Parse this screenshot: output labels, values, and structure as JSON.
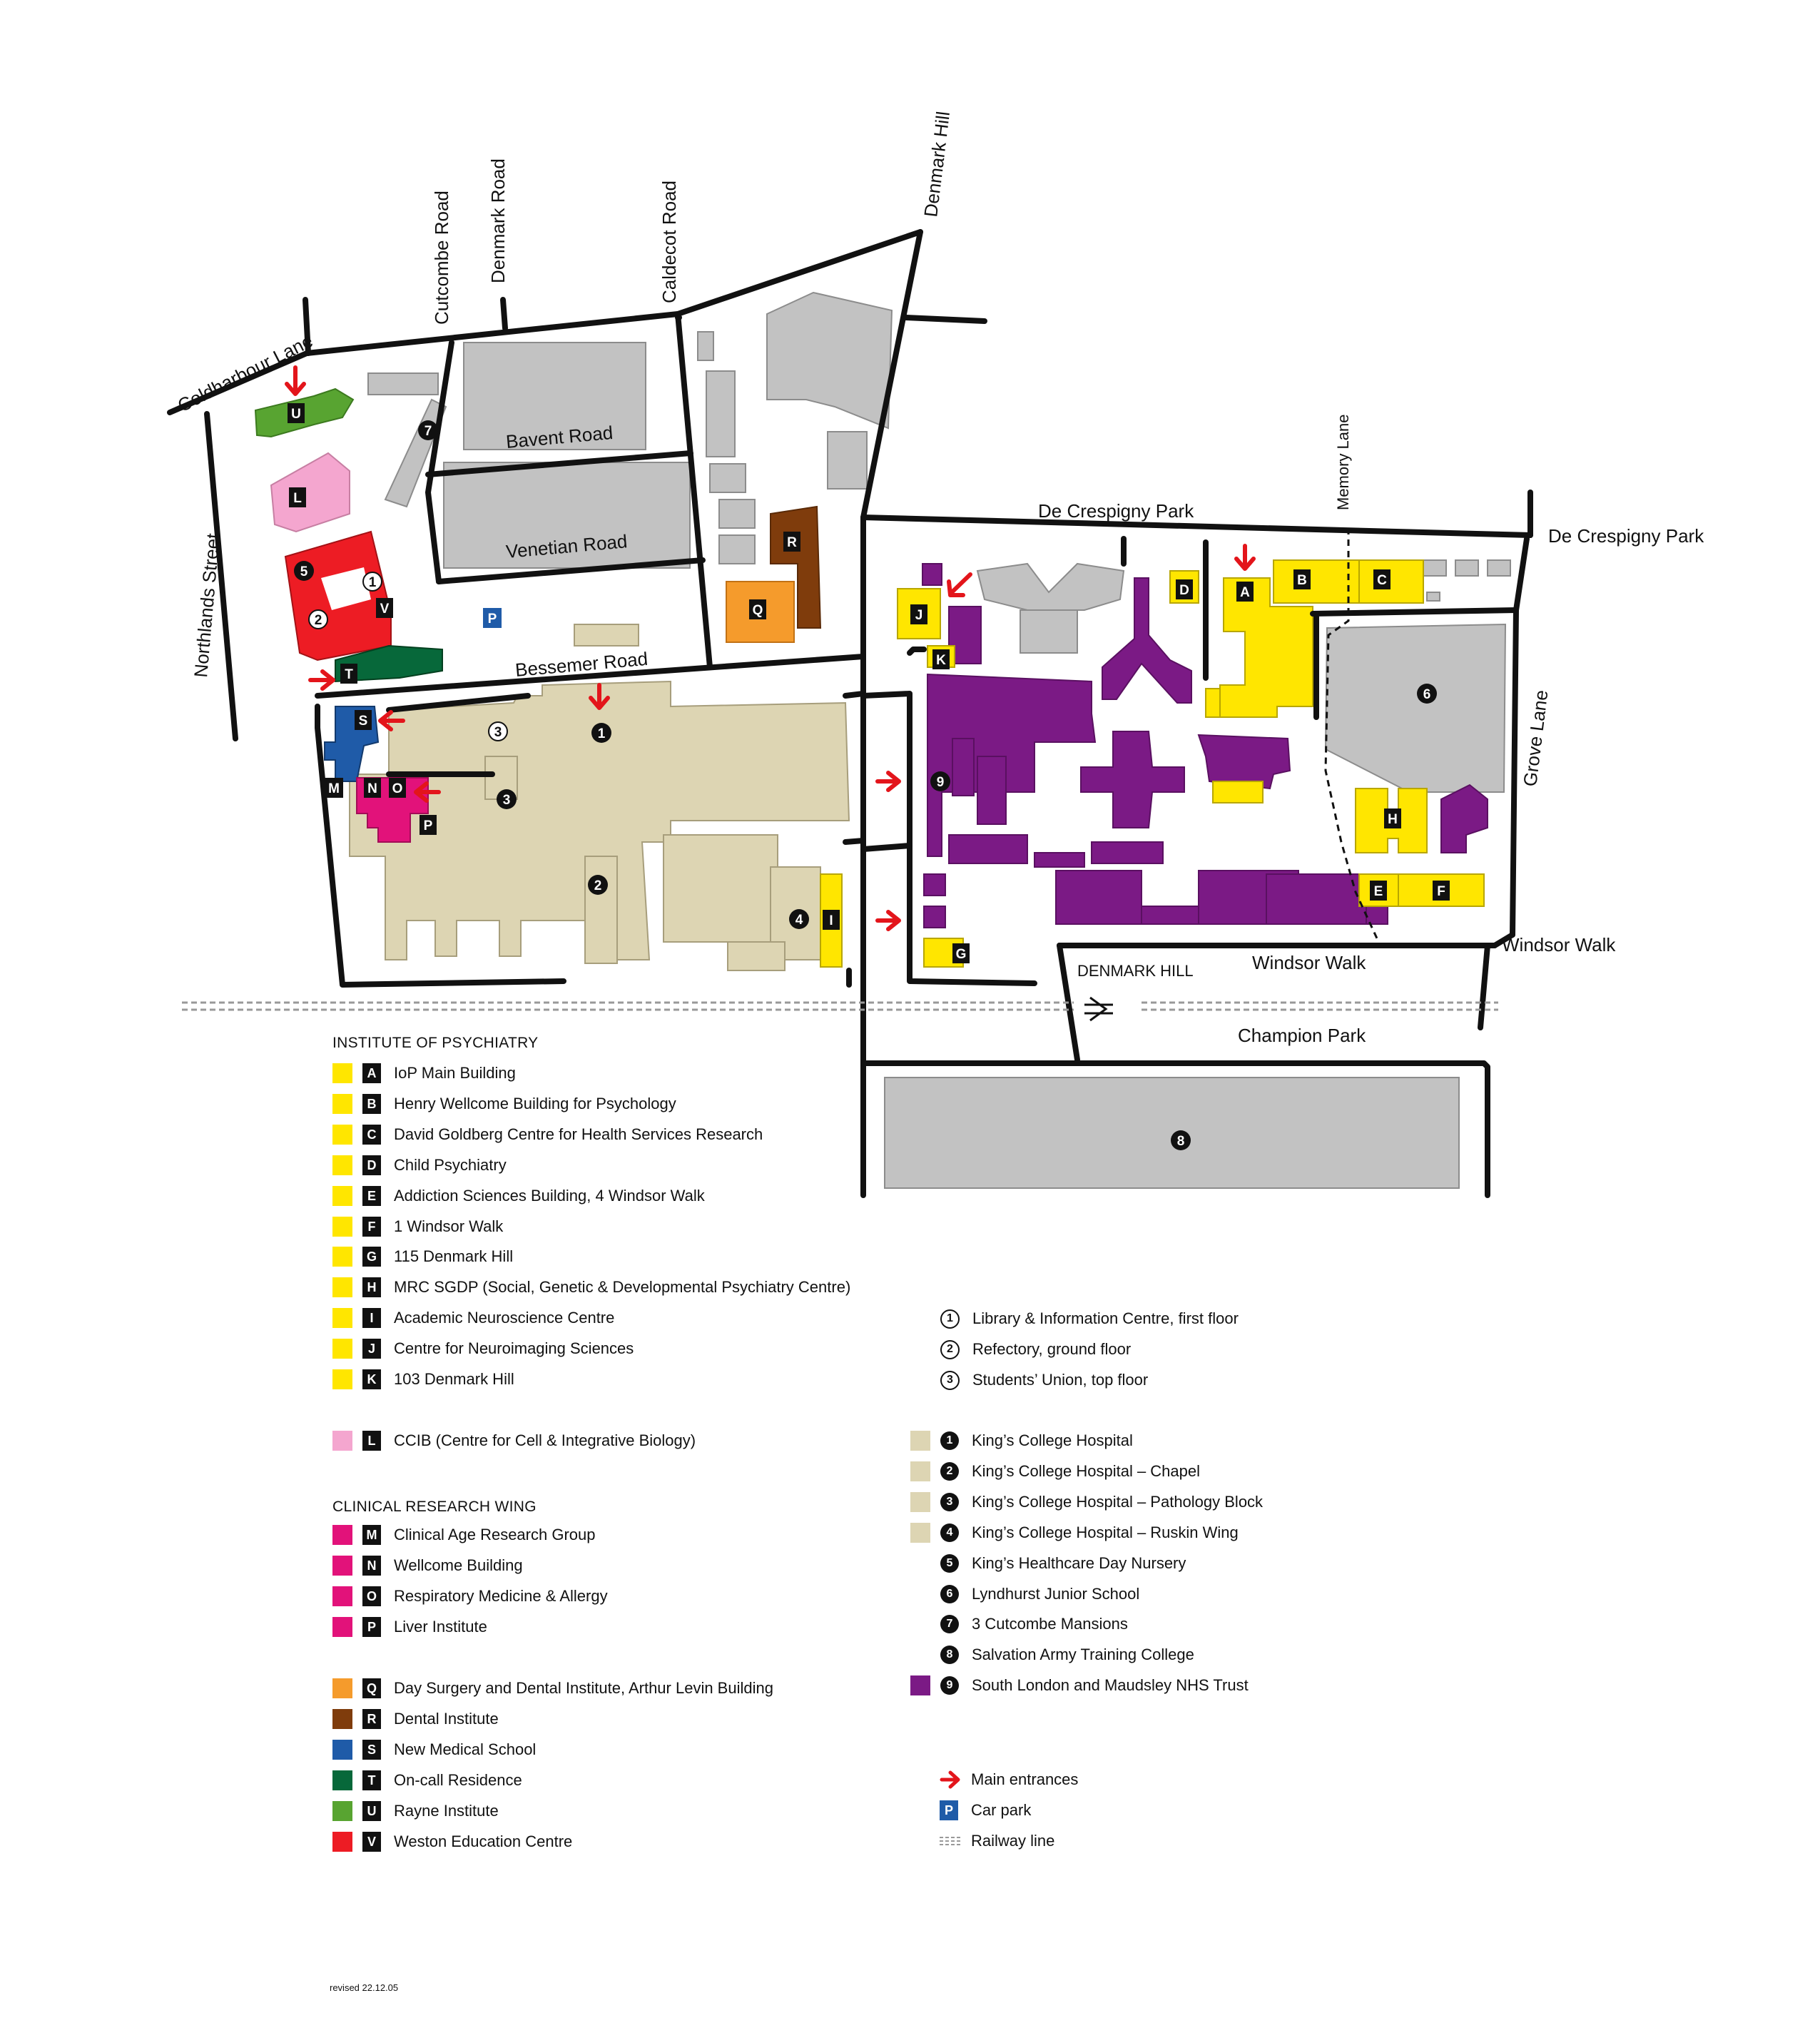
{
  "streets": {
    "coldharbour_lane": "Coldharbour Lane",
    "cutcombe_road": "Cutcombe Road",
    "denmark_road": "Denmark Road",
    "caldecot_road": "Caldecot Road",
    "denmark_hill": "Denmark Hill",
    "northlands_street": "Northlands Street",
    "bavent_road": "Bavent Road",
    "venetian_road": "Venetian Road",
    "bessemer_road": "Bessemer Road",
    "de_crespigny_park_1": "De Crespigny Park",
    "de_crespigny_park_2": "De Crespigny Park",
    "memory_lane": "Memory Lane",
    "grove_lane": "Grove Lane",
    "windsor_walk_1": "Windsor Walk",
    "windsor_walk_2": "Windsor Walk",
    "denmark_hill_station": "DENMARK HILL",
    "champion_park": "Champion Park"
  },
  "colors": {
    "iop": "#ffe600",
    "ccib": "#f4a6cf",
    "crw": "#e2127a",
    "q": "#f59b2c",
    "r": "#7f3c0c",
    "s": "#1f5ba8",
    "t": "#07683a",
    "u": "#58a431",
    "v": "#ed1c24",
    "kch": "#ddd5b3",
    "slam": "#7b1a85",
    "grey": "#c2c2c2",
    "entrance": "#e3151b",
    "carpark": "#1f5ba8"
  },
  "map_tags": {
    "A": "A",
    "B": "B",
    "C": "C",
    "D": "D",
    "E": "E",
    "F": "F",
    "G": "G",
    "H": "H",
    "I": "I",
    "J": "J",
    "K": "K",
    "L": "L",
    "M": "M",
    "N": "N",
    "O": "O",
    "P": "P",
    "Q": "Q",
    "R": "R",
    "S": "S",
    "T": "T",
    "U": "U",
    "V": "V",
    "carpark": "P",
    "n1": "1",
    "n2": "2",
    "n3": "3",
    "n4": "4",
    "n5": "5",
    "n6": "6",
    "n7": "7",
    "n8": "8",
    "n9": "9",
    "c1": "1",
    "c2": "2",
    "c3": "3",
    "c3b": "3"
  },
  "legend": {
    "iop_heading": "INSTITUTE OF PSYCHIATRY",
    "iop": [
      {
        "tag": "A",
        "label": "IoP Main Building"
      },
      {
        "tag": "B",
        "label": "Henry Wellcome Building for Psychology"
      },
      {
        "tag": "C",
        "label": "David Goldberg Centre for Health Services Research"
      },
      {
        "tag": "D",
        "label": "Child Psychiatry"
      },
      {
        "tag": "E",
        "label": "Addiction Sciences Building, 4 Windsor Walk"
      },
      {
        "tag": "F",
        "label": "1 Windsor Walk"
      },
      {
        "tag": "G",
        "label": "115 Denmark Hill"
      },
      {
        "tag": "H",
        "label": "MRC SGDP (Social, Genetic & Developmental Psychiatry Centre)"
      },
      {
        "tag": "I",
        "label": "Academic Neuroscience Centre"
      },
      {
        "tag": "J",
        "label": "Centre for Neuroimaging Sciences"
      },
      {
        "tag": "K",
        "label": "103 Denmark Hill"
      }
    ],
    "ccib": {
      "tag": "L",
      "label": "CCIB (Centre for Cell & Integrative Biology)"
    },
    "crw_heading": "CLINICAL RESEARCH WING",
    "crw": [
      {
        "tag": "M",
        "label": "Clinical Age Research Group"
      },
      {
        "tag": "N",
        "label": "Wellcome Building"
      },
      {
        "tag": "O",
        "label": "Respiratory Medicine & Allergy"
      },
      {
        "tag": "P",
        "label": "Liver Institute"
      }
    ],
    "other": [
      {
        "tag": "Q",
        "label": "Day Surgery and Dental Institute, Arthur Levin Building",
        "color": "#f59b2c"
      },
      {
        "tag": "R",
        "label": "Dental Institute",
        "color": "#7f3c0c"
      },
      {
        "tag": "S",
        "label": "New Medical School",
        "color": "#1f5ba8"
      },
      {
        "tag": "T",
        "label": "On-call Residence",
        "color": "#07683a"
      },
      {
        "tag": "U",
        "label": "Rayne Institute",
        "color": "#58a431"
      },
      {
        "tag": "V",
        "label": "Weston Education Centre",
        "color": "#ed1c24"
      }
    ],
    "facilities": [
      {
        "num": "1",
        "label": "Library & Information Centre, first floor"
      },
      {
        "num": "2",
        "label": "Refectory, ground floor"
      },
      {
        "num": "3",
        "label": "Students’ Union, top floor"
      }
    ],
    "sites": [
      {
        "num": "1",
        "label": "King’s College Hospital",
        "color": "#ddd5b3"
      },
      {
        "num": "2",
        "label": "King’s College Hospital – Chapel",
        "color": "#ddd5b3"
      },
      {
        "num": "3",
        "label": "King’s College Hospital – Pathology Block",
        "color": "#ddd5b3"
      },
      {
        "num": "4",
        "label": "King’s College Hospital – Ruskin Wing",
        "color": "#ddd5b3"
      },
      {
        "num": "5",
        "label": "King’s Healthcare Day Nursery",
        "color": ""
      },
      {
        "num": "6",
        "label": "Lyndhurst Junior School",
        "color": ""
      },
      {
        "num": "7",
        "label": "3 Cutcombe Mansions",
        "color": ""
      },
      {
        "num": "8",
        "label": "Salvation Army Training College",
        "color": ""
      },
      {
        "num": "9",
        "label": "South London and Maudsley NHS Trust",
        "color": "#7b1a85"
      }
    ],
    "keys": {
      "entrances": "Main entrances",
      "car_park_tag": "P",
      "car_park": "Car park",
      "railway": "Railway line"
    }
  },
  "revised": "revised 22.12.05"
}
